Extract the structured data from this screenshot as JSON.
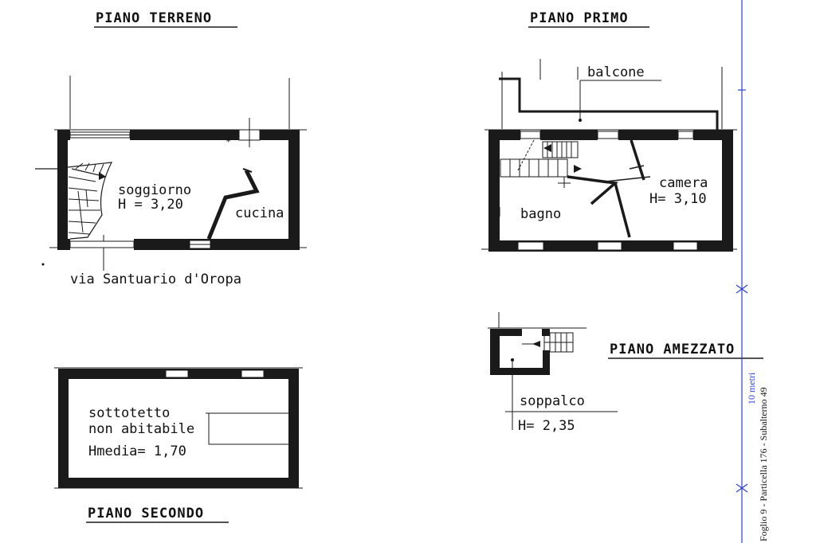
{
  "floors": {
    "piano_terreno": {
      "title": "PIANO TERRENO",
      "room_soggiorno": "soggiorno",
      "height_soggiorno": "H = 3,20",
      "room_cucina": "cucina",
      "street": "via Santuario d'Oropa"
    },
    "piano_primo": {
      "title": "PIANO PRIMO",
      "balcony": "balcone",
      "room_camera": "camera",
      "height_camera": "H= 3,10",
      "room_bagno": "bagno"
    },
    "piano_amezzato": {
      "title": "PIANO AMEZZATO",
      "room_soppalco": "soppalco",
      "height_soppalco": "H= 2,35"
    },
    "piano_secondo": {
      "title": "PIANO SECONDO",
      "room_line1": "sottotetto",
      "room_line2": "non abitabile",
      "height_avg": "Hmedia= 1,70"
    }
  },
  "scale_bar": {
    "label": "10 metri",
    "color": "#2b3fd6"
  },
  "cadastral_ref": "Foglio 9 - Particella 176 - Subalterno 49"
}
